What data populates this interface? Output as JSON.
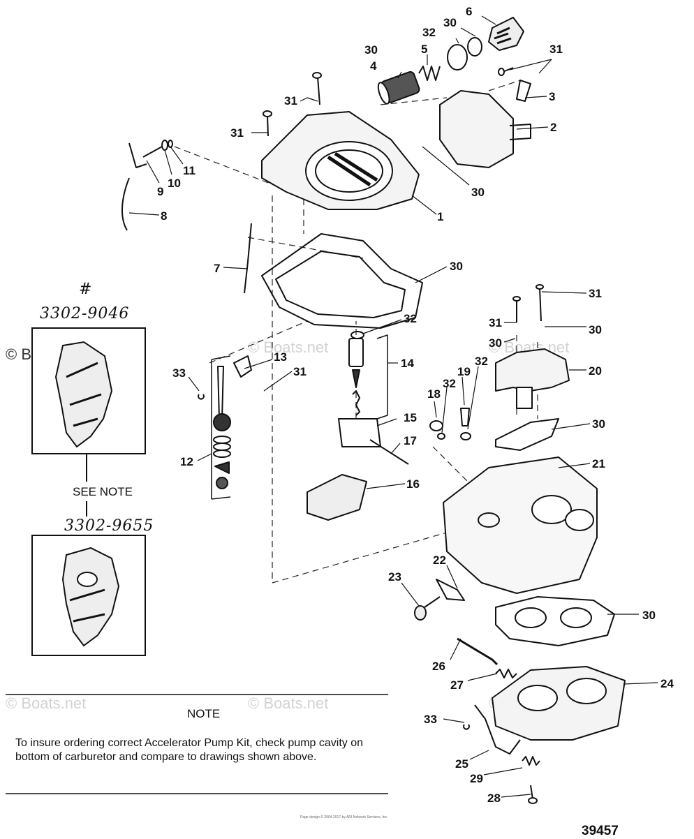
{
  "watermark": "© Boats.net",
  "inset_labels": {
    "hash": "#",
    "top_part": "3302-9046",
    "see_note": "SEE NOTE",
    "bottom_part": "3302-9655"
  },
  "note": {
    "title": "NOTE",
    "body": "To insure ordering correct Accelerator Pump Kit, check pump cavity on bottom of carburetor and compare to drawings shown above."
  },
  "copyright_fine_print": "Page design © 2004-2017 by ARI Network Services, Inc.",
  "diagram_code": "39457",
  "callouts": {
    "c1": "1",
    "c2": "2",
    "c3": "3",
    "c4": "4",
    "c5": "5",
    "c6": "6",
    "c7": "7",
    "c8": "8",
    "c9": "9",
    "c10": "10",
    "c11": "11",
    "c12": "12",
    "c13": "13",
    "c14": "14",
    "c15": "15",
    "c16": "16",
    "c17": "17",
    "c18": "18",
    "c19": "19",
    "c20": "20",
    "c21": "21",
    "c22": "22",
    "c23": "23",
    "c24": "24",
    "c25": "25",
    "c26": "26",
    "c27": "27",
    "c28": "28",
    "c29": "29",
    "c30": "30",
    "c31": "31",
    "c32": "32",
    "c33": "33"
  }
}
